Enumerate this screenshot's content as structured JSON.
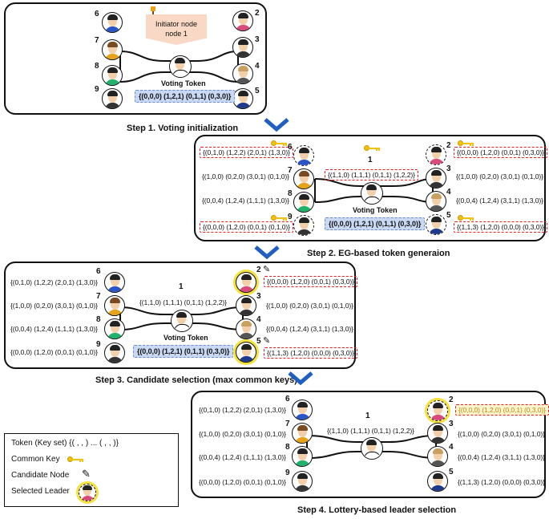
{
  "step1": {
    "title": "Step 1. Voting initialization",
    "initiator_line1": "Initiator node",
    "initiator_line2": "node 1",
    "voting_token_label": "Voting Token",
    "token": "{(0,0,0) (1,2,1) (0,1,1) (0,3,0)}",
    "node_numbers": [
      "6",
      "7",
      "8",
      "9",
      "2",
      "3",
      "4",
      "5"
    ]
  },
  "step2": {
    "title": "Step 2. EG-based token generaion",
    "center_number": "1",
    "voting_token_label": "Voting Token",
    "center_token": "{(1,1,0) (1,1,1) (0,1,1) (1,2,2)}",
    "voting_token": "{(0,0,0) (1,2,1) (0,1,1) (0,3,0)}",
    "left_tokens": [
      "{(0,1,0) (1,2,2) (2,0,1) (1,3,0)}",
      "{(1,0,0) (0,2,0) (3,0,1) (0,1,0)}",
      "{(0,0,4) (1,2,4) (1,1,1) (1,3,0)}",
      "{(0,0,0) (1,2,0) (0,0,1) (0,1,0)}"
    ],
    "right_tokens": [
      "{(0,0,0) (1,2,0) (0,0,1) (0,3,0)}",
      "{(1,0,0) (0,2,0) (3,0,1) (0,1,0)}",
      "{(0,0,4) (1,2,4) (3,1,1) (1,3,0)}",
      "{(1,1,3) (1,2,0) (0,0,0) (0,3,0)}"
    ],
    "node_numbers": [
      "6",
      "7",
      "8",
      "9",
      "2",
      "3",
      "4",
      "5"
    ]
  },
  "step3": {
    "title": "Step 3. Candidate selection (max common keys)",
    "center_number": "1",
    "voting_token_label": "Voting Token",
    "center_token": "{(1,1,0) (1,1,1) (0,1,1) (1,2,2)}",
    "voting_token": "{(0,0,0) (1,2,1) (0,1,1) (0,3,0)}",
    "left_tokens": [
      "{(0,1,0) (1,2,2) (2,0,1) (1,3,0)}",
      "{(1,0,0) (0,2,0) (3,0,1) (0,1,0)}",
      "{(0,0,4) (1,2,4) (1,1,1) (1,3,0)}",
      "{(0,0,0) (1,2,0) (0,0,1) (0,1,0)}"
    ],
    "right_tokens": [
      "{(0,0,0) (1,2,0) (0,0,1) (0,3,0)}",
      "{(1,0,0) (0,2,0) (3,0,1) (0,1,0)}",
      "{(0,0,4) (1,2,4) (3,1,1) (1,3,0)}",
      "{(1,1,3) (1,2,0) (0,0,0) (0,3,0)}"
    ],
    "node_numbers": [
      "6",
      "7",
      "8",
      "9",
      "2",
      "3",
      "4",
      "5"
    ]
  },
  "step4": {
    "title": "Step 4. Lottery-based leader selection",
    "center_number": "1",
    "center_token": "{(1,1,0) (1,1,1) (0,1,1) (1,2,2)}",
    "left_tokens": [
      "{(0,1,0) (1,2,2) (2,0,1) (1,3,0)}",
      "{(1,0,0) (0,2,0) (3,0,1) (0,1,0)}",
      "{(0,0,4) (1,2,4) (1,1,1) (1,3,0)}",
      "{(0,0,0) (1,2,0) (0,0,1) (0,1,0)}"
    ],
    "right_tokens": [
      "{(0,0,0) (1,2,0) (0,0,1) (0,3,0)}",
      "{(1,0,0) (0,2,0) (3,0,1) (0,1,0)}",
      "{(0,0,4) (1,2,4) (3,1,1) (1,3,0)}",
      "{(1,1,3) (1,2,0) (0,0,0) (0,3,0)}"
    ],
    "node_numbers": [
      "6",
      "7",
      "8",
      "9",
      "2",
      "3",
      "4",
      "5"
    ]
  },
  "legend": {
    "token": "Token (Key set) {( , , ) ... ( , , )}",
    "common_key": "Common Key",
    "candidate_node": "Candidate Node",
    "selected_leader": "Selected Leader"
  },
  "colors": {
    "red_dash": "#e02020",
    "token_fill": "#c9d9f3",
    "arrow": "#1f5fbf",
    "key": "#f2c20f",
    "highlight": "#f4e23a"
  }
}
